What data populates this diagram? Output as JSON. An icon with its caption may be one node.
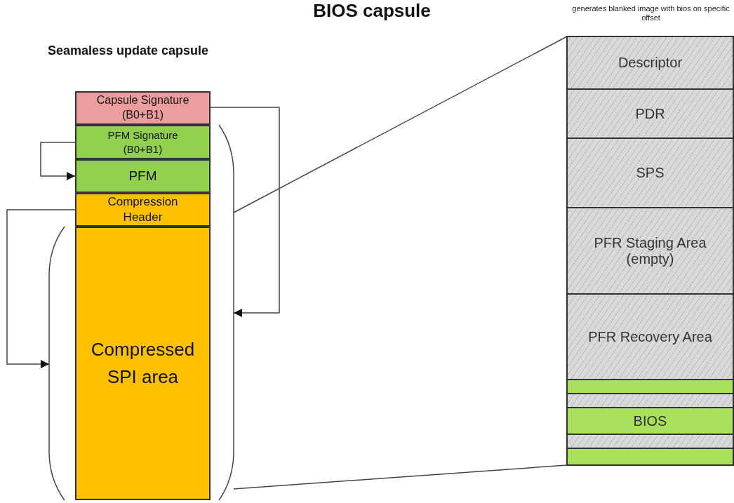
{
  "diagram": {
    "title": "BIOS capsule",
    "nodes": [
      {
        "text": [
          "Capsule Signature (B0+B1)"
        ]
      },
      {
        "text": [
          "PFM Signature (B0+B1)"
        ]
      },
      {
        "text": [
          "PFM"
        ]
      },
      {
        "text": [
          "Compression Header"
        ]
      },
      {
        "text": [
          "Compressed SPI area"
        ]
      },
      {
        "text": [],
        "shape": "bracket"
      },
      {
        "text": [],
        "shape": "bracket"
      },
      {
        "text": [],
        "shape": "box"
      },
      {
        "text": [
          "Descriptor"
        ],
        "in": 7
      },
      {
        "text": [
          "PDR"
        ],
        "in": 7
      },
      {
        "text": [
          "SPS"
        ],
        "in": 7
      },
      {
        "text": [
          "PFR Staging Area (empty)"
        ],
        "in": 7
      },
      {
        "text": [
          "PFR Recovery Area"
        ],
        "in": 7
      },
      {
        "text": [],
        "shape": "bar",
        "in": 7
      },
      {
        "text": [],
        "shape": "bar",
        "in": 7
      },
      {
        "text": [
          "BIOS"
        ],
        "in": 7
      },
      {
        "text": [],
        "shape": "bar",
        "in": 7
      },
      {
        "text": [],
        "shape": "bar",
        "in": 7
      }
    ],
    "edges": [
      {
        "from": 0,
        "to": 6,
        "arrow": "to"
      },
      {
        "from": 1,
        "to": 2,
        "arrow": "to"
      },
      {
        "from": 3,
        "to": 5,
        "arrow": "to"
      },
      {
        "from": 6,
        "to": 7,
        "arrow": "none"
      },
      {
        "from": 6,
        "to": 7,
        "arrow": "none"
      }
    ],
    "labels": [
      "Seamaless update capsule",
      "generates blanked image with bios on specific offset"
    ]
  }
}
